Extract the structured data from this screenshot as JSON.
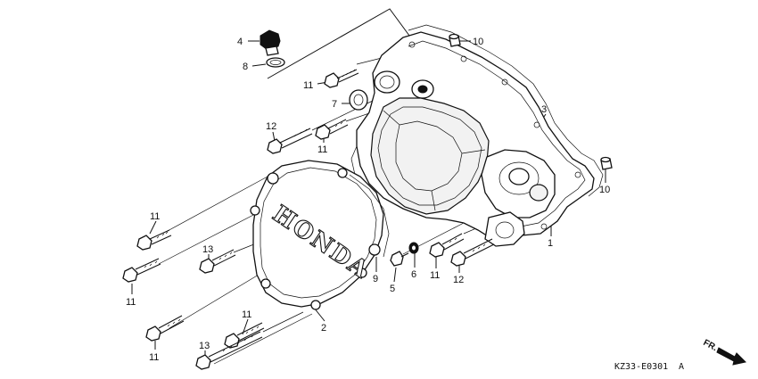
{
  "brand_mark": "HONDA",
  "diagram_code": "KZ33-E0301",
  "diagram_revision": "A",
  "direction_label": "FR.",
  "callouts": {
    "c4": "4",
    "c8": "8",
    "c10a": "10",
    "c11a": "11",
    "c7": "7",
    "c3": "3",
    "c12a": "12",
    "c11b": "11",
    "c10b": "10",
    "c11c": "11",
    "c1": "1",
    "c13a": "13",
    "c9": "9",
    "c6": "6",
    "c11d": "11",
    "c12b": "12",
    "c5": "5",
    "c11e": "11",
    "c2": "2",
    "c11f": "11",
    "c11g": "11",
    "c13b": "13"
  }
}
